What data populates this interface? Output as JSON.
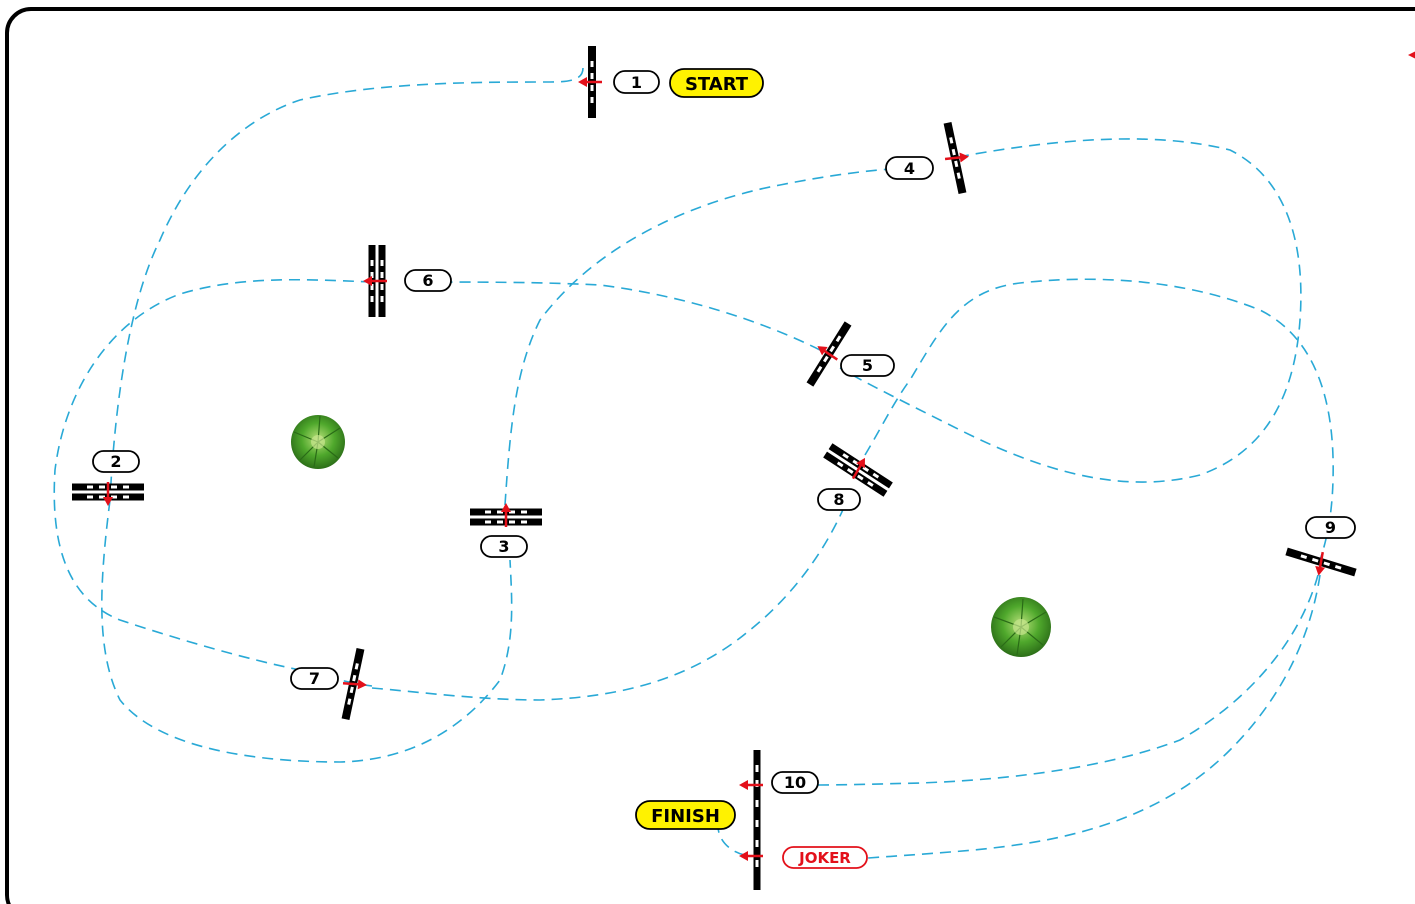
{
  "course": {
    "start_label": "START",
    "finish_label": "FINISH",
    "joker_label": "JOKER",
    "colors": {
      "path": "#29a9d6",
      "arrow": "#e3101a",
      "start_finish_fill": "#fff200",
      "border": "#000000",
      "joker_text": "#e3101a",
      "bush": "#3f9a25"
    },
    "obstacles": [
      {
        "number": "1",
        "type": "single-gate",
        "direction": "west"
      },
      {
        "number": "2",
        "type": "double-gate",
        "direction": "south"
      },
      {
        "number": "3",
        "type": "double-gate",
        "direction": "north"
      },
      {
        "number": "4",
        "type": "single-gate",
        "direction": "east"
      },
      {
        "number": "5",
        "type": "single-gate",
        "direction": "northwest"
      },
      {
        "number": "6",
        "type": "double-gate",
        "direction": "west"
      },
      {
        "number": "7",
        "type": "single-gate",
        "direction": "east"
      },
      {
        "number": "8",
        "type": "double-gate",
        "direction": "northeast"
      },
      {
        "number": "9",
        "type": "single-gate",
        "direction": "south"
      },
      {
        "number": "10",
        "type": "single-gate",
        "direction": "west"
      }
    ],
    "decorations": [
      "bush-icon",
      "bush-icon"
    ]
  }
}
